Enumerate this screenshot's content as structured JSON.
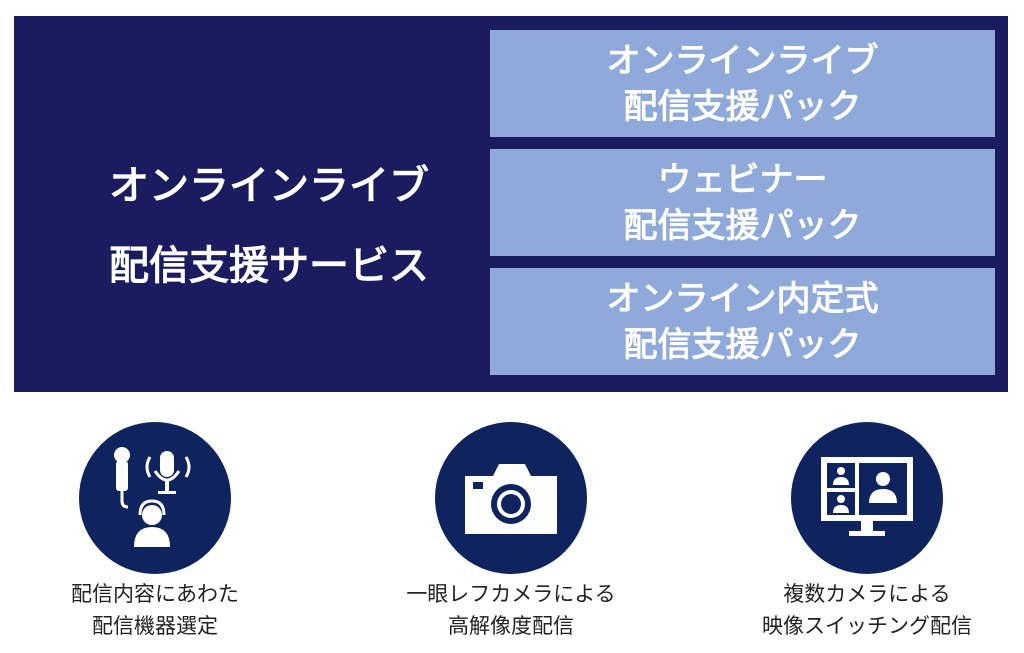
{
  "colors": {
    "navy": "#1b1c5f",
    "box": "#8ea9da",
    "circle": "#0f245e"
  },
  "service": {
    "title_line1": "オンラインライブ",
    "title_line2": "配信支援サービス"
  },
  "packs": [
    {
      "line1": "オンラインライブ",
      "line2": "配信支援パック"
    },
    {
      "line1": "ウェビナー",
      "line2": "配信支援パック"
    },
    {
      "line1": "オンライン内定式",
      "line2": "配信支援パック"
    }
  ],
  "features": [
    {
      "icon": "microphone-headset-icon",
      "line1": "配信内容にあわた",
      "line2": "配信機器選定"
    },
    {
      "icon": "camera-icon",
      "line1": "一眼レフカメラによる",
      "line2": "高解像度配信"
    },
    {
      "icon": "video-conference-monitor-icon",
      "line1": "複数カメラによる",
      "line2": "映像スイッチング配信"
    }
  ]
}
